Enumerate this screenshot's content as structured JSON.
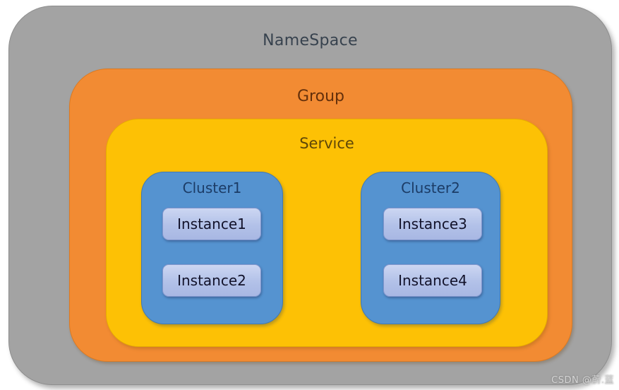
{
  "diagram": {
    "namespace_label": "NameSpace",
    "group_label": "Group",
    "service_label": "Service",
    "clusters": [
      {
        "label": "Cluster1",
        "instances": [
          "Instance1",
          "Instance2"
        ]
      },
      {
        "label": "Cluster2",
        "instances": [
          "Instance3",
          "Instance4"
        ]
      }
    ]
  },
  "watermark": "CSDN @蔚.蓝",
  "colors": {
    "namespace_fill": "#a3a3a3",
    "group_fill": "#f28b33",
    "service_fill": "#fdc105",
    "cluster_fill": "#5593d0",
    "instance_fill": "#b2c1e8",
    "namespace_text": "#37424e",
    "group_text": "#64300b",
    "service_text": "#5f4708",
    "cluster_text": "#1c3c66",
    "instance_text": "#12122a"
  }
}
